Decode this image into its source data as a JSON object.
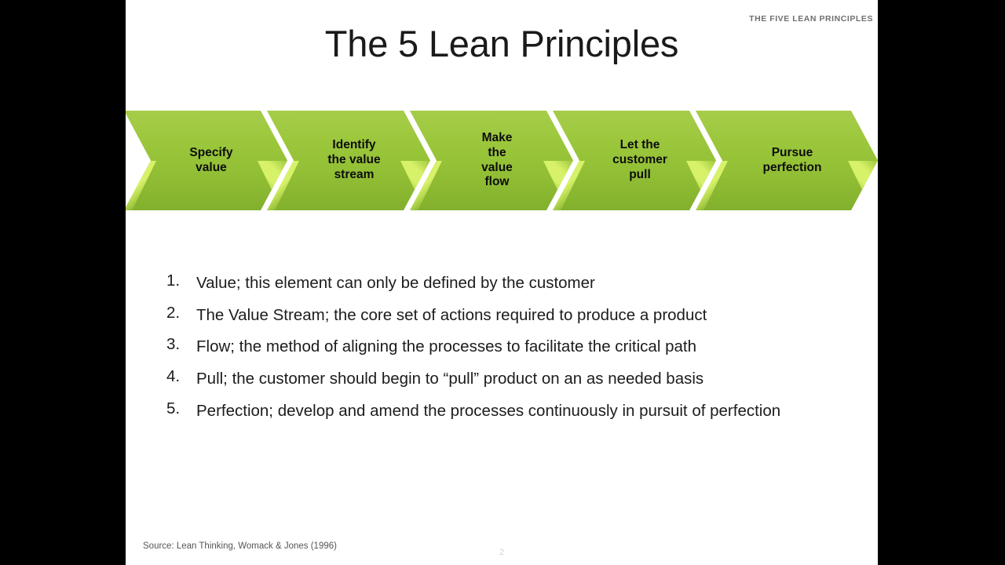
{
  "slide": {
    "kicker": "THE FIVE LEAN PRINCIPLES",
    "title": "The 5 Lean Principles",
    "source": "Source: Lean Thinking, Womack  & Jones (1996)",
    "page_number": "2",
    "accent_green": "#9CC73C",
    "accent_green_dark": "#83B02D",
    "highlight_green": "#D7F268",
    "background": "#FFFFFF",
    "letterbox": "#000000"
  },
  "chevrons": [
    {
      "label": "Specify\nvalue"
    },
    {
      "label": "Identify\nthe value\nstream"
    },
    {
      "label": "Make\nthe\nvalue\nflow"
    },
    {
      "label": "Let the\ncustomer\npull"
    },
    {
      "label": "Pursue\nperfection"
    }
  ],
  "principles": [
    {
      "num": "1.",
      "text": "Value;  this element can only be defined by the customer"
    },
    {
      "num": "2.",
      "text": "The Value Stream; the core set of actions required to produce a product"
    },
    {
      "num": "3.",
      "text": "Flow;  the method of aligning the processes to facilitate the critical path"
    },
    {
      "num": "4.",
      "text": "Pull; the customer should begin to “pull” product on an as needed basis"
    },
    {
      "num": "5.",
      "text": "Perfection; develop and amend the processes continuously in pursuit of perfection"
    }
  ]
}
